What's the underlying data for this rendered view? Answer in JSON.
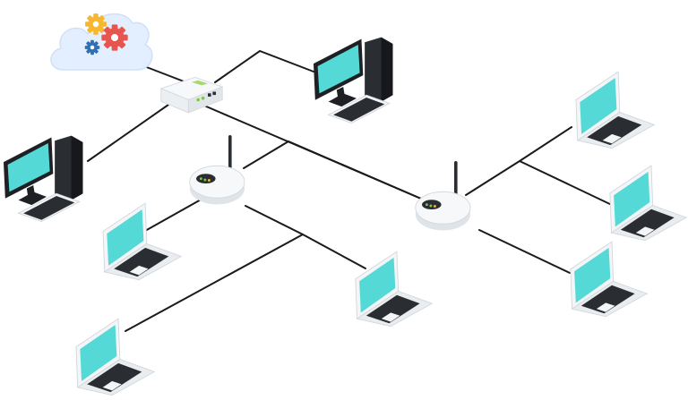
{
  "diagram": {
    "nodes": [
      {
        "id": "cloud",
        "kind": "cloud-gear",
        "icon": "cloud-gear-icon"
      },
      {
        "id": "switch",
        "kind": "switch",
        "icon": "network-switch-icon"
      },
      {
        "id": "desktop-1",
        "kind": "desktop",
        "icon": "desktop-computer-icon"
      },
      {
        "id": "desktop-2",
        "kind": "desktop",
        "icon": "desktop-computer-icon"
      },
      {
        "id": "router-1",
        "kind": "router",
        "icon": "wireless-router-icon"
      },
      {
        "id": "router-2",
        "kind": "router",
        "icon": "wireless-router-icon"
      },
      {
        "id": "laptop-1",
        "kind": "laptop",
        "icon": "laptop-icon"
      },
      {
        "id": "laptop-2",
        "kind": "laptop",
        "icon": "laptop-icon"
      },
      {
        "id": "laptop-3",
        "kind": "laptop",
        "icon": "laptop-icon"
      },
      {
        "id": "laptop-4",
        "kind": "laptop",
        "icon": "laptop-icon"
      },
      {
        "id": "laptop-5",
        "kind": "laptop",
        "icon": "laptop-icon"
      },
      {
        "id": "laptop-6",
        "kind": "laptop",
        "icon": "laptop-icon"
      }
    ],
    "edges": [
      [
        "switch",
        "cloud"
      ],
      [
        "switch",
        "desktop-1"
      ],
      [
        "switch",
        "desktop-2"
      ],
      [
        "switch",
        "router-2"
      ],
      [
        "router-1",
        "router-2"
      ],
      [
        "router-1",
        "laptop-1"
      ],
      [
        "router-1",
        "laptop-2"
      ],
      [
        "router-1",
        "laptop-3"
      ],
      [
        "router-2",
        "laptop-4"
      ],
      [
        "router-2",
        "laptop-5"
      ],
      [
        "router-2",
        "laptop-6"
      ]
    ],
    "colors": {
      "screen": "#55d9d6",
      "line": "#1a1a1a",
      "device_dark": "#1e1e1e",
      "device_light": "#f4f6f8",
      "cloud": "#e3efff",
      "gear_yellow": "#f5b82e",
      "gear_red": "#e8554e",
      "gear_blue": "#2f6fb3",
      "led_green": "#7ac943"
    }
  }
}
